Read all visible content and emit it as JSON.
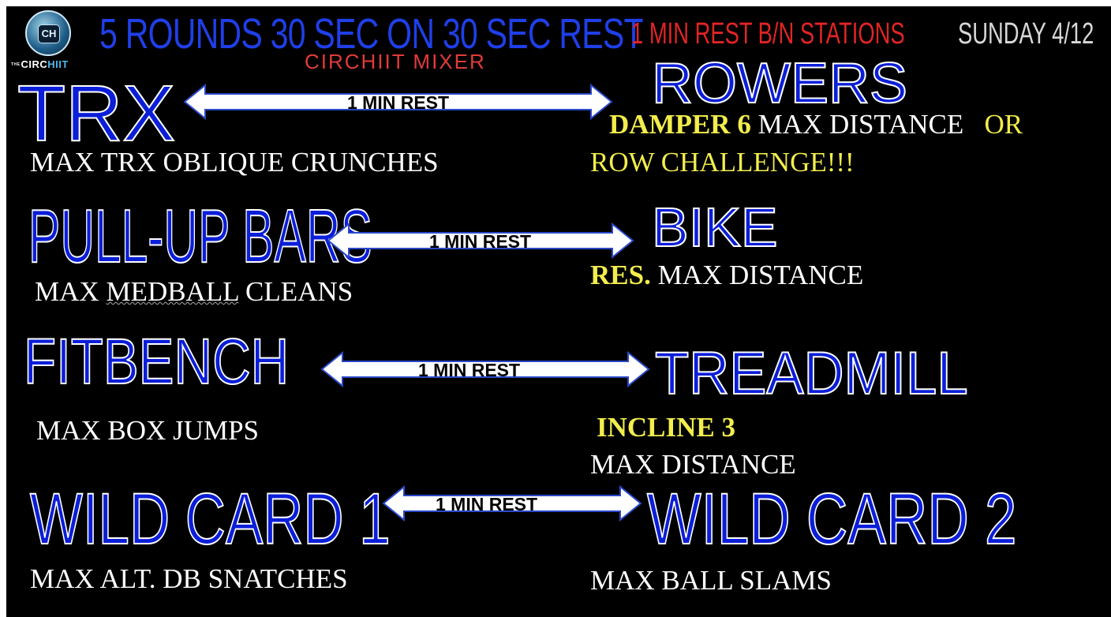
{
  "logo": {
    "icon_text": "CH",
    "pre": "THE",
    "brand_a": "CIRC",
    "brand_b": "HIIT"
  },
  "header": {
    "title": "5 ROUNDS 30 SEC ON 30 SEC REST",
    "subtitle": "CIRCHIIT MIXER",
    "station_rest": "1 MIN REST B/N STATIONS",
    "date": "SUNDAY 4/12"
  },
  "arrow_label": "1 MIN REST",
  "stations": {
    "trx": {
      "title": "TRX",
      "exercise": "MAX TRX OBLIQUE CRUNCHES"
    },
    "rowers": {
      "title": "ROWERS",
      "setting": "DAMPER 6",
      "exercise": "MAX DISTANCE",
      "or": "OR",
      "challenge": "ROW CHALLENGE!!!"
    },
    "pullup": {
      "title": "PULL-UP BARS",
      "exercise_a": "MAX",
      "exercise_b": "MEDBALL",
      "exercise_c": "CLEANS"
    },
    "bike": {
      "title": "BIKE",
      "setting": "RES.",
      "exercise": "MAX DISTANCE"
    },
    "fitbench": {
      "title": "FITBENCH",
      "exercise": "MAX BOX JUMPS"
    },
    "treadmill": {
      "title": "TREADMILL",
      "setting": "INCLINE 3",
      "exercise": "MAX DISTANCE"
    },
    "wildcard1": {
      "title": "WILD CARD 1",
      "exercise": "MAX  ALT. DB SNATCHES"
    },
    "wildcard2": {
      "title": "WILD CARD 2",
      "exercise": "MAX BALL SLAMS"
    }
  },
  "colors": {
    "station_blue": "#0b1ed8",
    "header_blue": "#1f3fe8",
    "rest_red": "#e22424",
    "highlight_yellow": "#f2ed4c",
    "background": "#000000"
  }
}
